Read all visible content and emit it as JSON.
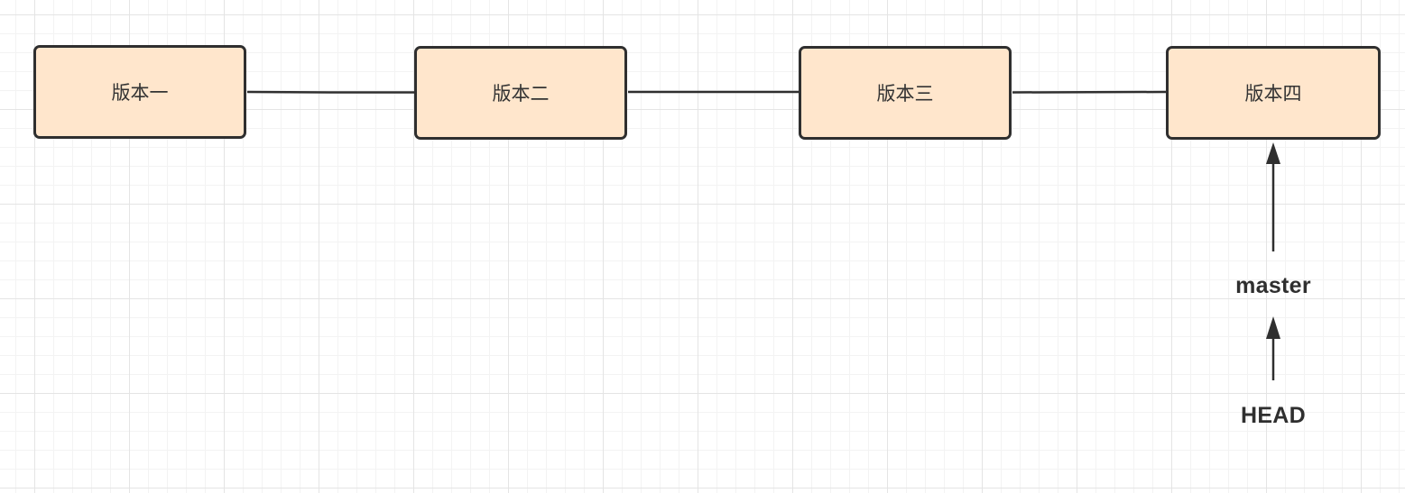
{
  "nodes": [
    {
      "label": "版本一"
    },
    {
      "label": "版本二"
    },
    {
      "label": "版本三"
    },
    {
      "label": "版本四"
    }
  ],
  "refs": {
    "master": "master",
    "head": "HEAD"
  },
  "colors": {
    "node_fill": "#ffe6cc",
    "stroke": "#2f2f2f",
    "grid_major": "#e4e4e4",
    "grid_minor": "#f3f3f3"
  }
}
